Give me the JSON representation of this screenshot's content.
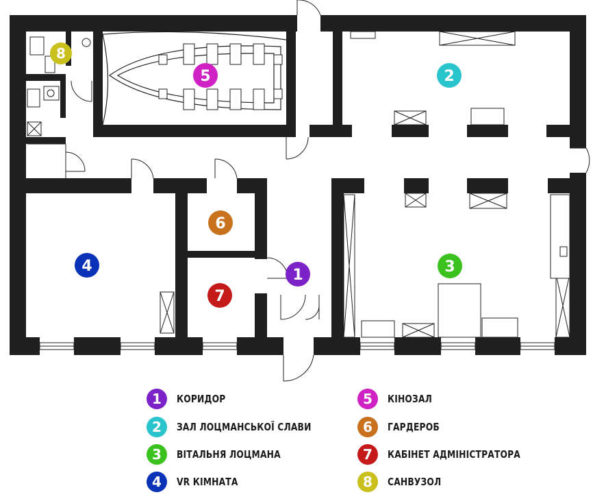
{
  "rooms": [
    {
      "number": "1",
      "label": "КОРИДОР",
      "color": "#7b22c9"
    },
    {
      "number": "2",
      "label": "ЗАЛ ЛОЦМАНСЬКОЇ СЛАВИ",
      "color": "#29c4cc"
    },
    {
      "number": "3",
      "label": "ВІТАЛЬНЯ ЛОЦМАНА",
      "color": "#3cc21e"
    },
    {
      "number": "4",
      "label": "VR КІМНАТА",
      "color": "#0b33b8"
    },
    {
      "number": "5",
      "label": "КІНОЗАЛ",
      "color": "#d022c4"
    },
    {
      "number": "6",
      "label": "ГАРДЕРОБ",
      "color": "#c8721e"
    },
    {
      "number": "7",
      "label": "КАБІНЕТ АДМІНІСТРАТОРА",
      "color": "#c41a1a"
    },
    {
      "number": "8",
      "label": "САНВУЗОЛ",
      "color": "#c9c01e"
    }
  ]
}
